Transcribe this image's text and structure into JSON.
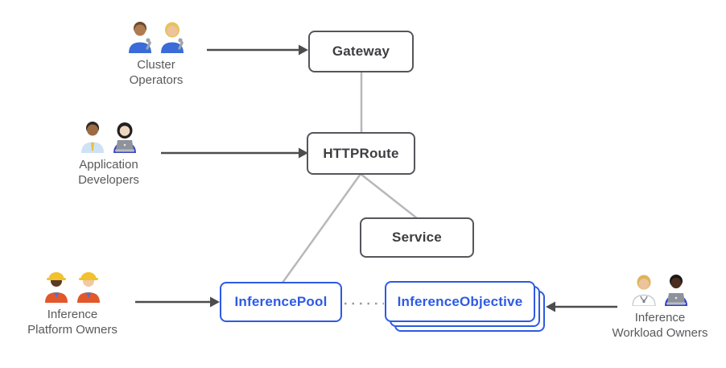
{
  "colors": {
    "resource_border": "#55565b",
    "resource_text": "#3d3e41",
    "inference_accent": "#2d5ae4",
    "connector_gray": "#b7b8ba",
    "dotted_gray": "#9b9c9e",
    "arrow_dark": "#4b4c4e",
    "persona_text": "#58595c",
    "background": "#ffffff"
  },
  "nodes": {
    "gateway": {
      "label": "Gateway",
      "style": "gray-outline"
    },
    "httproute": {
      "label": "HTTPRoute",
      "style": "gray-outline"
    },
    "service": {
      "label": "Service",
      "style": "gray-outline"
    },
    "inference_pool": {
      "label": "InferencePool",
      "style": "blue-outline"
    },
    "inference_objective": {
      "label": "InferenceObjective",
      "style": "blue-outline",
      "stacked_layers": 3
    }
  },
  "personas": {
    "cluster_operators": {
      "line1": "Cluster",
      "line2": "Operators",
      "emoji": [
        "🧑🏽‍🔧",
        "👩🏼‍🔧"
      ],
      "icon_names": [
        "man-mechanic-emoji",
        "woman-mechanic-emoji"
      ]
    },
    "application_developers": {
      "line1": "Application",
      "line2": "Developers",
      "emoji": [
        "👨🏾‍💼",
        "👩🏻‍💻"
      ],
      "icon_names": [
        "man-office-worker-emoji",
        "woman-technologist-emoji"
      ]
    },
    "inference_platform_owners": {
      "line1": "Inference",
      "line2": "Platform Owners",
      "emoji": [
        "👷🏿‍♀️",
        "👷🏻"
      ],
      "icon_names": [
        "woman-construction-worker-emoji",
        "man-construction-worker-emoji"
      ]
    },
    "inference_workload_owners": {
      "line1": "Inference",
      "line2": "Workload Owners",
      "emoji": [
        "🧑🏼‍⚕️",
        "👨🏿‍💻"
      ],
      "icon_names": [
        "health-worker-emoji",
        "man-technologist-emoji"
      ]
    }
  },
  "edges": [
    {
      "from": "cluster-operators",
      "to": "gateway",
      "type": "arrow"
    },
    {
      "from": "application-developers",
      "to": "httproute",
      "type": "arrow"
    },
    {
      "from": "inference-platform-owners",
      "to": "inference-pool",
      "type": "arrow"
    },
    {
      "from": "inference-workload-owners",
      "to": "inference-objective",
      "type": "arrow"
    },
    {
      "from": "gateway",
      "to": "httproute",
      "type": "line"
    },
    {
      "from": "httproute",
      "to": "inference-pool",
      "type": "line"
    },
    {
      "from": "httproute",
      "to": "service",
      "type": "line"
    },
    {
      "from": "inference-pool",
      "to": "inference-objective",
      "type": "dotted-line"
    }
  ]
}
